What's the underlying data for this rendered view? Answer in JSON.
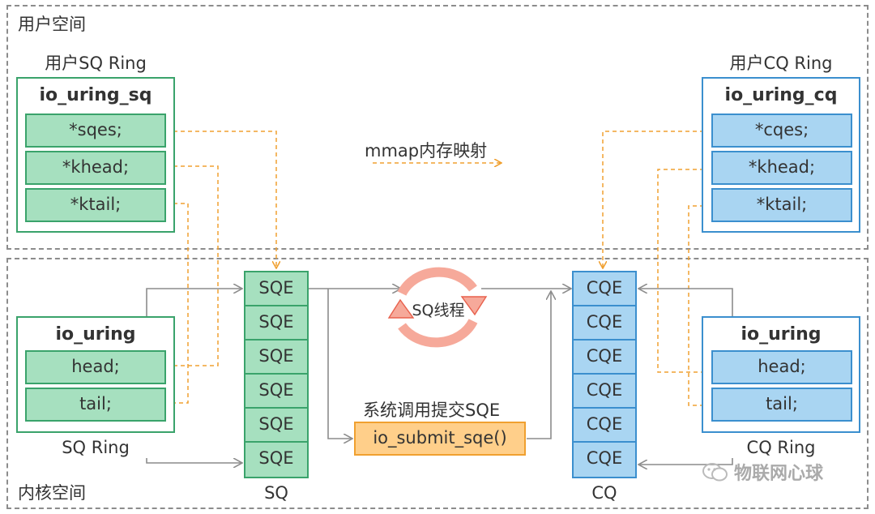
{
  "regions": {
    "user_space": "用户空间",
    "kernel_space": "内核空间"
  },
  "user_sq_ring": {
    "label": "用户SQ Ring",
    "title": "io_uring_sq",
    "fields": [
      "*sqes;",
      "*khead;",
      "*ktail;"
    ]
  },
  "user_cq_ring": {
    "label": "用户CQ Ring",
    "title": "io_uring_cq",
    "fields": [
      "*cqes;",
      "*khead;",
      "*ktail;"
    ]
  },
  "mmap_legend": "mmap内存映射",
  "kernel_sq_ring": {
    "label": "SQ Ring",
    "title": "io_uring",
    "fields": [
      "head;",
      "tail;"
    ]
  },
  "kernel_cq_ring": {
    "label": "CQ Ring",
    "title": "io_uring",
    "fields": [
      "head;",
      "tail;"
    ]
  },
  "sq_queue": {
    "label": "SQ",
    "cells": [
      "SQE",
      "SQE",
      "SQE",
      "SQE",
      "SQE",
      "SQE"
    ]
  },
  "cq_queue": {
    "label": "CQ",
    "cells": [
      "CQE",
      "CQE",
      "CQE",
      "CQE",
      "CQE",
      "CQE"
    ]
  },
  "sq_thread": "SQ线程",
  "syscall": {
    "label": "系统调用提交SQE",
    "function": "io_submit_sqe()"
  },
  "watermark": "物联网心球",
  "colors": {
    "green_fill": "#a6e0bf",
    "green_border": "#3aa36b",
    "blue_fill": "#a9d5f2",
    "blue_border": "#3b8fce",
    "orange_dash": "#f0a030",
    "gray_arrow": "#8c8c8c",
    "thread_fill": "#f6a99a",
    "thread_stroke": "#e8604c",
    "syscall_fill": "#ffcf8a"
  }
}
